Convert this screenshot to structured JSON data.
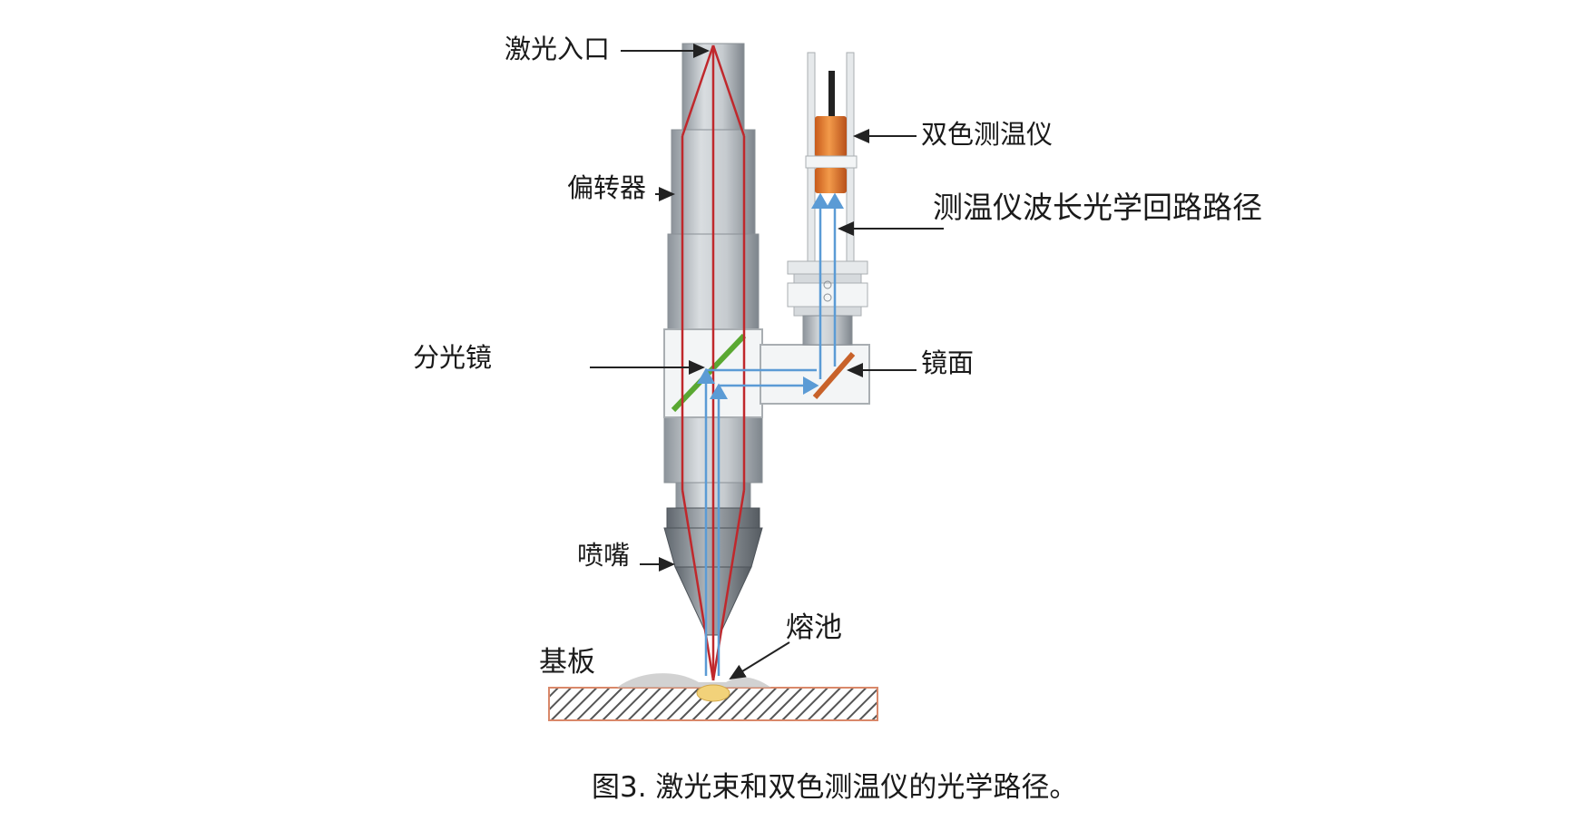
{
  "labels": {
    "laser_inlet": "激光入口",
    "deflector": "偏转器",
    "pyrometer": "双色测温仪",
    "pyrometer_path": "测温仪波长光学回路路径",
    "beam_splitter": "分光镜",
    "mirror": "镜面",
    "nozzle": "喷嘴",
    "melt_pool": "熔池",
    "substrate": "基板"
  },
  "caption": "图3. 激光束和双色测温仪的光学路径。",
  "colors": {
    "laser_beam": "#c0282c",
    "pyrometer_beam": "#5b9bd5",
    "beam_splitter": "#5aa832",
    "mirror": "#c8622a",
    "pyrometer_body": "#e07828",
    "melt_pool": "#f2d27a",
    "substrate_hatch": "#555555",
    "substrate_border": "#d9886a"
  }
}
